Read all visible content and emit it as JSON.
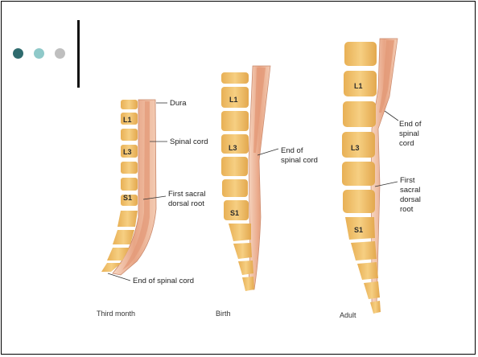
{
  "decoration": {
    "dots": [
      {
        "name": "bullet-dot-dark",
        "color": "#2f6b6e"
      },
      {
        "name": "bullet-dot-teal",
        "color": "#8fc9c9"
      },
      {
        "name": "bullet-dot-gray",
        "color": "#bfbfbf"
      }
    ]
  },
  "stages": {
    "third_month": {
      "caption": "Third month",
      "vertebra_labels": [
        "L1",
        "L3",
        "S1"
      ],
      "callouts": [
        "Dura",
        "Spinal cord",
        "First sacral",
        "dorsal root",
        "End of spinal cord"
      ]
    },
    "birth": {
      "caption": "Birth",
      "vertebra_labels": [
        "L1",
        "L3",
        "S1"
      ],
      "callouts": [
        "End of",
        "spinal cord"
      ]
    },
    "adult": {
      "caption": "Adult",
      "vertebra_labels": [
        "L1",
        "L3",
        "S1"
      ],
      "callouts": [
        "End of",
        "spinal",
        "cord",
        "First",
        "sacral",
        "dorsal",
        "root"
      ]
    }
  },
  "colors": {
    "bone": "#f0c070",
    "bone_dark": "#d9a24c",
    "disc": "#ffffff",
    "cord": "#e9a98a",
    "cord_light": "#f6d3bf"
  }
}
